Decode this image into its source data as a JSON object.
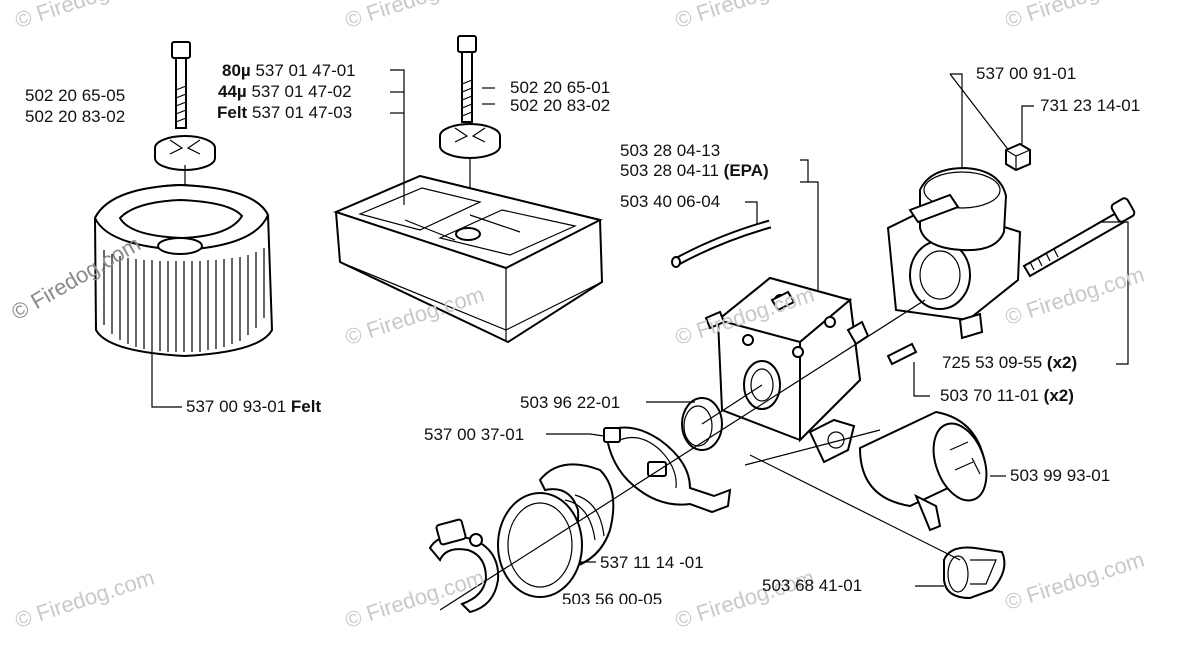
{
  "watermark": {
    "text": "© Firedog.com"
  },
  "labels": {
    "bolt_left": "502 20 65-05",
    "nut_left": "502 20 83-02",
    "filter_80_prefix": "80µ",
    "filter_80_num": " 537 01 47-01",
    "filter_44_prefix": "44µ",
    "filter_44_num": " 537 01 47-02",
    "filter_felt_prefix": "Felt",
    "filter_felt_num": " 537 01 47-03",
    "bolt_right": "502 20 65-01",
    "nut_right": "502 20 83-02",
    "carb_1": "503 28 04-13",
    "carb_2_num": "503 28 04-11 ",
    "carb_2_tag": "(EPA)",
    "hose": "503 40 06-04",
    "gasket_top": "537 00 91-01",
    "nut_small": "731 23 14-01",
    "long_bolt_num": "725 53 09-55 ",
    "long_bolt_tag": "(x2)",
    "pin_num": "503 70 11-01 ",
    "pin_tag": "(x2)",
    "felt_filter_num": "537 00 93-01 ",
    "felt_filter_tag": "Felt",
    "ring": "503 96 22-01",
    "clamp": "537 00 37-01",
    "shield": "503 99 93-01",
    "intake_boot": "537 11 14 -01",
    "hose_clamp": "503 56 00-05",
    "grommet": "503 68 41-01"
  }
}
